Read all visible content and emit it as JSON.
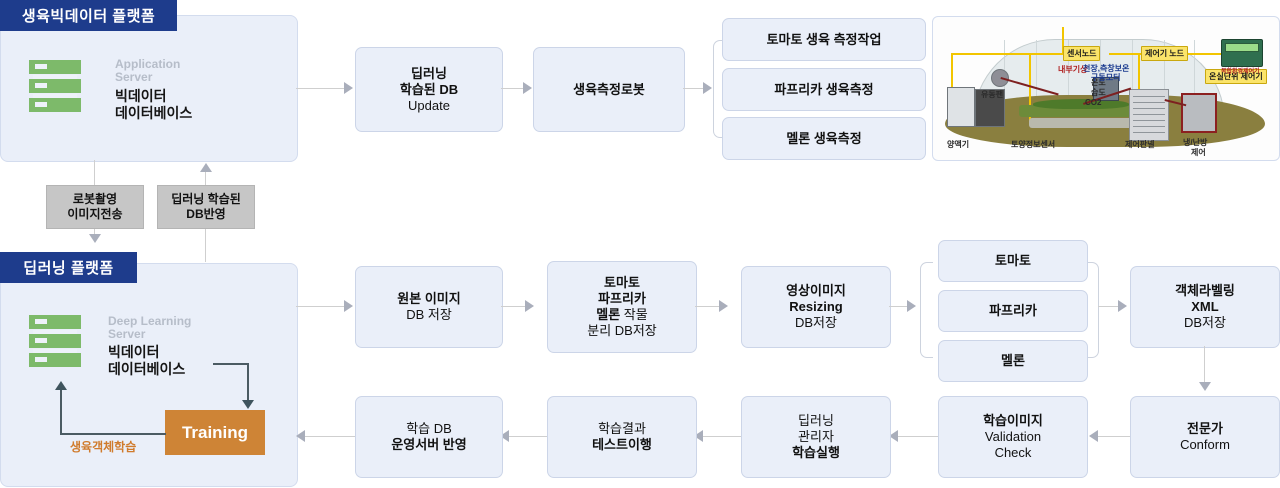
{
  "platforms": {
    "top": {
      "title": "생육빅데이터 플랫폼",
      "server_role": "Application\nServer",
      "server_role_line1": "Application",
      "server_role_line2": "Server",
      "server_name_line1": "빅데이터",
      "server_name_line2": "데이터베이스",
      "icon": "server-rack-icon"
    },
    "bottom": {
      "title": "딥러닝 플랫폼",
      "server_role_line1": "Deep Learning",
      "server_role_line2": "Server",
      "server_name_line1": "빅데이터",
      "server_name_line2": "데이터베이스",
      "training_label": "Training",
      "loop_label": "생육객체학습",
      "icon": "server-rack-icon"
    }
  },
  "connectors": {
    "down_label_line1": "로봇촬영",
    "down_label_line2": "이미지전송",
    "up_label_line1": "딥러닝 학습된",
    "up_label_line2": "DB반영"
  },
  "top_flow": {
    "step1_line1": "딥러닝",
    "step1_line2": "학습된 DB",
    "step1_line3": "Update",
    "step2": "생육측정로봇",
    "branches": [
      "토마토 생육 측정작업",
      "파프리카 생육측정",
      "멜론 생육측정"
    ]
  },
  "bottom_flow_row1": {
    "step1_line1": "원본 이미지",
    "step1_line2": "DB 저장",
    "step2_line1": "토마토",
    "step2_line2": "파프리카",
    "step2_line3": "멜론",
    "step2_line3b": " 작물",
    "step2_line4": "분리 DB저장",
    "step3_line1": "영상이미지",
    "step3_line2": "Resizing",
    "step3_line3": "DB저장",
    "crops": [
      "토마토",
      "파프리카",
      "멜론"
    ],
    "step5_line1": "객체라벨링",
    "step5_line2": "XML",
    "step5_line3": "DB저장"
  },
  "bottom_flow_row2": {
    "expert_line1": "전문가",
    "expert_line2": "Conform",
    "validation_line1": "학습이미지",
    "validation_line2": "Validation",
    "validation_line3": "Check",
    "run_line1": "딥러닝",
    "run_line2": "관리자",
    "run_line3": "학습실행",
    "test_line1": "학습결과",
    "test_line2": "테스트이행",
    "apply_line1": "학습 DB",
    "apply_line2": "운영서버 반영"
  },
  "greenhouse": {
    "title": "greenhouse-sensor-control-illustration",
    "labels": {
      "sensor_node": "센서노드",
      "controller_node": "제어기 노드",
      "greenhouse_unit_controller": "온실단위 제어기",
      "device_caption": "복합환경제어기",
      "internal_weather": "내부기상",
      "temperature": "온도",
      "humidity": "습도",
      "co2": "CO2",
      "ceiling_motor_line1": "천장,측창보온",
      "ceiling_motor_line2": "구동모터",
      "circulation_fan": "유동팬",
      "nutrient_machine": "양액기",
      "soil_sensor": "토양정보센서",
      "control_panel": "제어판넬",
      "hvac_line1": "냉/난방",
      "hvac_line2": "제어"
    }
  },
  "colors": {
    "panel_bg": "#eaeff9",
    "title_bar": "#1e3c8c",
    "server_green": "#7dba6a",
    "training_orange": "#ce8436",
    "orange_text": "#d07b2c",
    "connector_gray": "#cfcfcf",
    "label_gray": "#c6c6c6"
  }
}
